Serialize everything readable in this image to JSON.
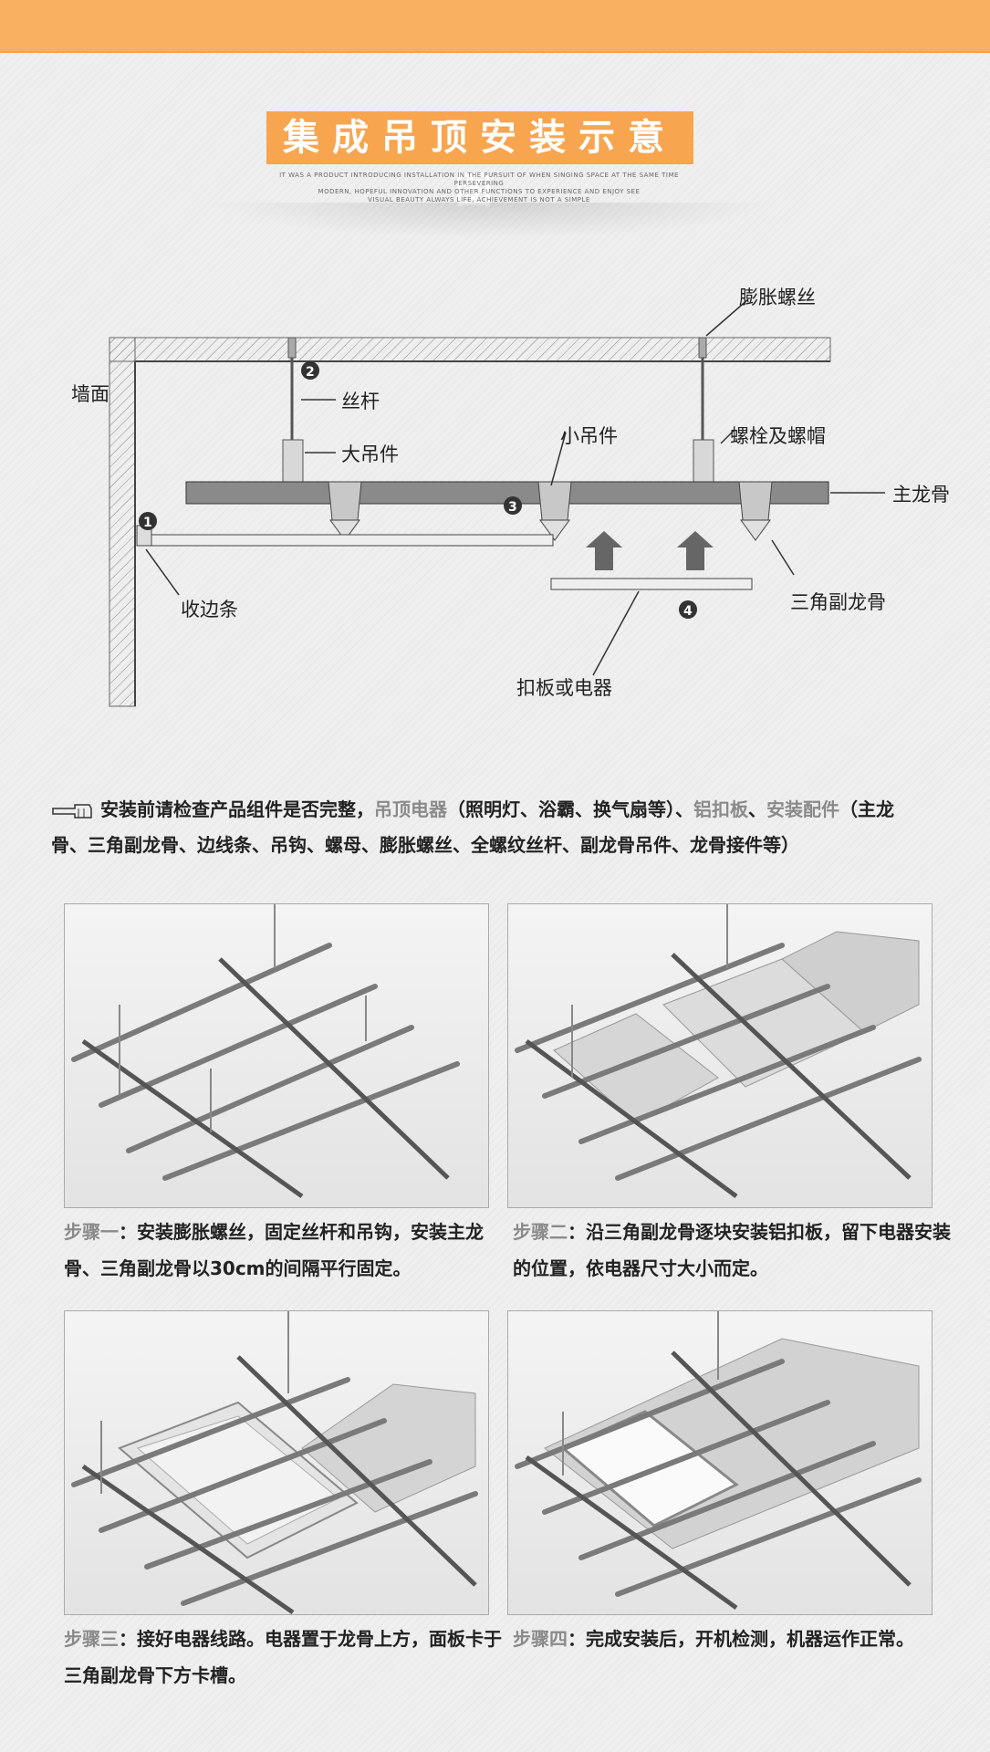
{
  "header": {
    "title": "集成吊顶安装示意图",
    "subtitle_lines": [
      "IT WAS A PRODUCT INTRODUCING INSTALLATION IN THE PURSUIT OF WHEN SINGING SPACE AT THE SAME TIME PERSEVERING",
      "MODERN, HOPEFUL INNOVATION AND OTHER FUNCTIONS TO EXPERIENCE AND ENJOY SEE",
      "VISUAL BEAUTY ALWAYS LIFE, ACHIEVEMENT IS NOT A SIMPLE"
    ]
  },
  "diagram": {
    "labels": {
      "wall": "墙面",
      "rod": "丝杆",
      "big_hanger": "大吊件",
      "small_hanger": "小吊件",
      "expansion_screw": "膨胀螺丝",
      "bolt_nut": "螺栓及螺帽",
      "main_keel": "主龙骨",
      "edge_strip": "收边条",
      "triangle_keel": "三角副龙骨",
      "panel_or_appliance": "扣板或电器"
    },
    "markers": [
      "1",
      "2",
      "3",
      "4"
    ]
  },
  "intro": {
    "part1": "安装前请检查产品组件是否完整，",
    "hl1": "吊顶电器",
    "part2": "（照明灯、浴霸、换气扇等）、",
    "hl2": "铝扣板",
    "part3": "、",
    "hl3": "安装配件",
    "part4": "（主龙骨、三角副龙骨、边线条、吊钩、螺母、膨胀螺丝、全螺纹丝杆、副龙骨吊件、龙骨接件等）"
  },
  "steps": [
    {
      "step": "步骤一",
      "text": "：安装膨胀螺丝，固定丝杆和吊钩，安装主龙骨、三角副龙骨以30cm的间隔平行固定。"
    },
    {
      "step": "步骤二",
      "text": "：沿三角副龙骨逐块安装铝扣板，留下电器安装的位置，依电器尺寸大小而定。"
    },
    {
      "step": "步骤三",
      "text": "：接好电器线路。电器置于龙骨上方，面板卡于三角副龙骨下方卡槽。"
    },
    {
      "step": "步骤四",
      "text": "：完成安装后，开机检测，机器运作正常。"
    }
  ],
  "colors": {
    "accent": "#f7a54f",
    "highlight": "#8a8a8a"
  }
}
